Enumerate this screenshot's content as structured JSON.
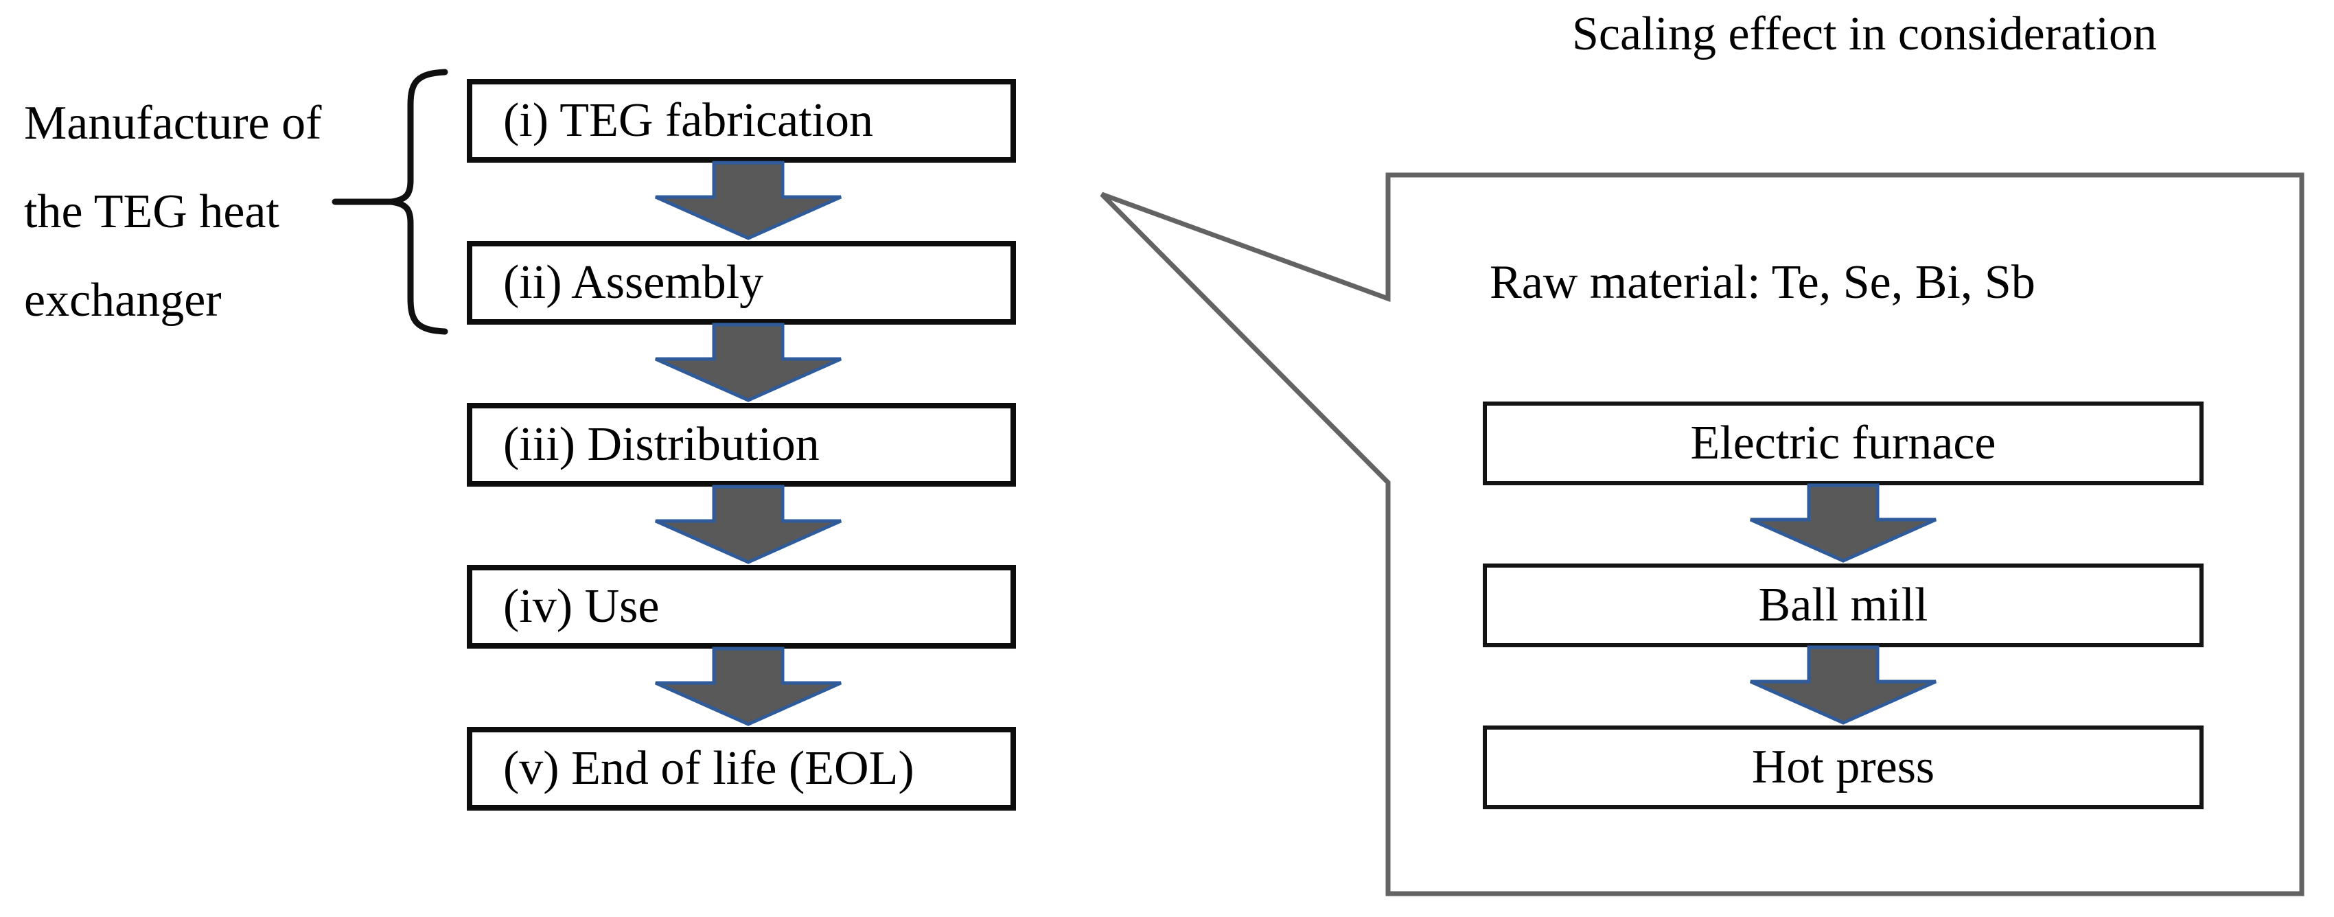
{
  "left_label": {
    "lines": [
      "Manufacture of",
      "the TEG heat",
      "exchanger"
    ]
  },
  "flow": {
    "stages": [
      "(i) TEG fabrication",
      "(ii) Assembly",
      "(iii) Distribution",
      "(iv) Use",
      "(v) End of life (EOL)"
    ]
  },
  "callout": {
    "title": "Scaling effect in consideration",
    "raw_material": "Raw material: Te, Se, Bi, Sb",
    "steps": [
      "Electric furnace",
      "Ball mill",
      "Hot press"
    ]
  },
  "colors": {
    "background": "#ffffff",
    "text": "#000000",
    "flow_box_border": "#0d0d0d",
    "step_box_border": "#141414",
    "callout_border": "#636363",
    "arrow_fill": "#595959",
    "arrow_outline": "#2f5b9b",
    "brace": "#101010"
  }
}
